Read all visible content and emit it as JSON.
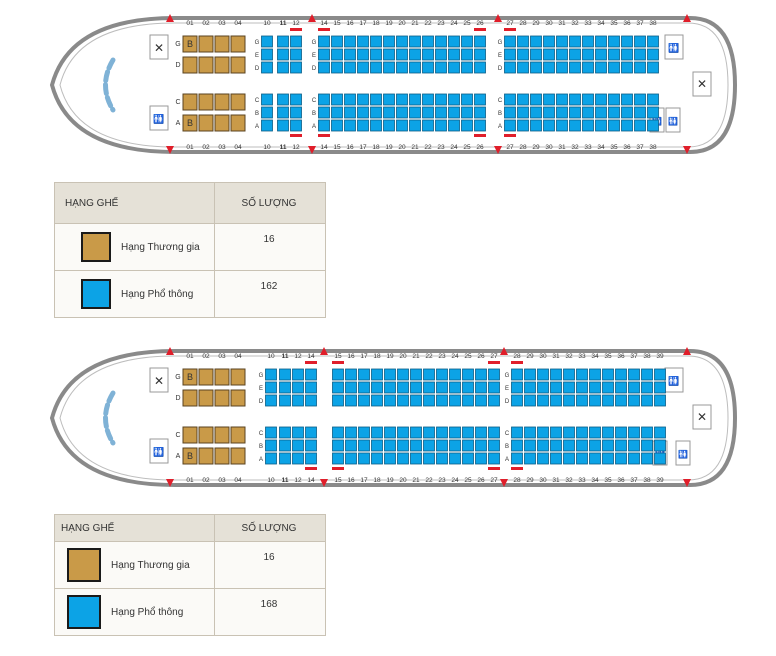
{
  "colors": {
    "business": "#c99a48",
    "economy": "#0ca3e6",
    "exit": "#e01e2a",
    "outline": "#777777"
  },
  "maps": [
    {
      "business_label": "B",
      "top_cols": [
        "01",
        "02",
        "03",
        "04",
        "10",
        "11",
        "12",
        "14",
        "15",
        "16",
        "17",
        "18",
        "19",
        "20",
        "21",
        "22",
        "23",
        "24",
        "25",
        "26",
        "27",
        "28",
        "29",
        "30",
        "31",
        "32",
        "33",
        "34",
        "35",
        "36",
        "37",
        "38"
      ],
      "bottom_cols": [
        "01",
        "02",
        "03",
        "04",
        "10",
        "11",
        "12",
        "14",
        "15",
        "16",
        "17",
        "18",
        "19",
        "20",
        "21",
        "22",
        "23",
        "24",
        "25",
        "26",
        "27",
        "28",
        "29",
        "30",
        "31",
        "32",
        "33",
        "34",
        "35",
        "36",
        "37",
        "38"
      ],
      "upper_letters": [
        "G",
        "E",
        "D"
      ],
      "lower_letters": [
        "C",
        "B",
        "A"
      ]
    },
    {
      "business_label": "B",
      "top_cols": [
        "01",
        "02",
        "03",
        "04",
        "10",
        "11",
        "12",
        "14",
        "15",
        "16",
        "17",
        "18",
        "19",
        "20",
        "21",
        "22",
        "23",
        "24",
        "25",
        "26",
        "27",
        "28",
        "29",
        "30",
        "31",
        "32",
        "33",
        "34",
        "35",
        "36",
        "37",
        "38",
        "39"
      ],
      "bottom_cols": [
        "01",
        "02",
        "03",
        "04",
        "10",
        "11",
        "12",
        "14",
        "15",
        "16",
        "17",
        "18",
        "19",
        "20",
        "21",
        "22",
        "23",
        "24",
        "25",
        "26",
        "27",
        "28",
        "29",
        "30",
        "31",
        "32",
        "33",
        "34",
        "35",
        "36",
        "37",
        "38",
        "39"
      ],
      "upper_letters": [
        "G",
        "E",
        "D"
      ],
      "lower_letters": [
        "C",
        "B",
        "A"
      ]
    }
  ],
  "legends": [
    {
      "header_class": "HẠNG GHẾ",
      "header_qty": "SỐ LƯỢNG",
      "rows": [
        {
          "label": "Hạng Thương gia",
          "qty": "16"
        },
        {
          "label": "Hạng Phổ thông",
          "qty": "162"
        }
      ]
    },
    {
      "header_class": "HẠNG GHẾ",
      "header_qty": "SỐ LƯỢNG",
      "rows": [
        {
          "label": "Hạng Thương gia",
          "qty": "16"
        },
        {
          "label": "Hạng Phổ thông",
          "qty": "168"
        }
      ]
    }
  ]
}
